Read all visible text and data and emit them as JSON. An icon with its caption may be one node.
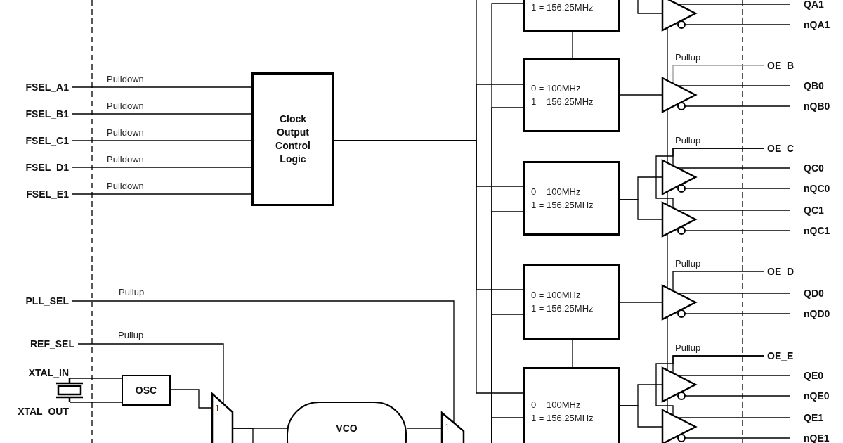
{
  "diagram": {
    "nodes": [
      {
        "text": [
          "FSEL_A1"
        ]
      },
      {
        "text": [
          "FSEL_B1"
        ]
      },
      {
        "text": [
          "FSEL_C1"
        ]
      },
      {
        "text": [
          "FSEL_D1"
        ]
      },
      {
        "text": [
          "FSEL_E1"
        ]
      },
      {
        "text": [
          "Clock Output Control Logic"
        ]
      },
      {
        "text": [
          "PLL_SEL"
        ]
      },
      {
        "text": [
          "REF_SEL"
        ]
      },
      {
        "text": [],
        "shape": "crystal",
        "beside": [
          "XTAL_IN",
          "XTAL_OUT"
        ]
      },
      {
        "text": [
          "OSC"
        ]
      },
      {
        "text": [
          "1"
        ]
      },
      {
        "text": [
          "VCO"
        ]
      },
      {
        "text": [
          "1"
        ]
      },
      {
        "text": [
          "1 = 156.25MHz"
        ]
      },
      {
        "text": [
          "0 = 100MHz",
          "1 = 156.25MHz"
        ]
      },
      {
        "text": [
          "0 = 100MHz",
          "1 = 156.25MHz"
        ]
      },
      {
        "text": [
          "0 = 100MHz",
          "1 = 156.25MHz"
        ]
      },
      {
        "text": [
          "0 = 100MHz",
          "1 = 156.25MHz"
        ]
      },
      {
        "text": [],
        "shape": "triangle"
      },
      {
        "text": [],
        "shape": "triangle"
      },
      {
        "text": [],
        "shape": "triangle"
      },
      {
        "text": [],
        "shape": "triangle"
      },
      {
        "text": [],
        "shape": "triangle"
      },
      {
        "text": [],
        "shape": "triangle"
      },
      {
        "text": [],
        "shape": "triangle"
      },
      {
        "text": [
          "QA1"
        ]
      },
      {
        "text": [
          "nQA1"
        ]
      },
      {
        "text": [
          "OE_B"
        ]
      },
      {
        "text": [
          "QB0"
        ]
      },
      {
        "text": [
          "nQB0"
        ]
      },
      {
        "text": [
          "OE_C"
        ]
      },
      {
        "text": [
          "QC0"
        ]
      },
      {
        "text": [
          "nQC0"
        ]
      },
      {
        "text": [
          "QC1"
        ]
      },
      {
        "text": [
          "nQC1"
        ]
      },
      {
        "text": [
          "OE_D"
        ]
      },
      {
        "text": [
          "QD0"
        ]
      },
      {
        "text": [
          "nQD0"
        ]
      },
      {
        "text": [
          "OE_E"
        ]
      },
      {
        "text": [
          "QE0"
        ]
      },
      {
        "text": [
          "nQE0"
        ]
      },
      {
        "text": [
          "QE1"
        ]
      },
      {
        "text": [
          "nQE1"
        ]
      }
    ],
    "edges": [
      {
        "from": 0,
        "to": 5,
        "arrow": "none",
        "label": "Pulldown"
      },
      {
        "from": 1,
        "to": 5,
        "arrow": "none",
        "label": "Pulldown"
      },
      {
        "from": 2,
        "to": 5,
        "arrow": "none",
        "label": "Pulldown"
      },
      {
        "from": 3,
        "to": 5,
        "arrow": "none",
        "label": "Pulldown"
      },
      {
        "from": 4,
        "to": 5,
        "arrow": "none",
        "label": "Pulldown"
      },
      {
        "from": 5,
        "to": 14,
        "arrow": "none"
      },
      {
        "from": 5,
        "to": 15,
        "arrow": "none"
      },
      {
        "from": 5,
        "to": 16,
        "arrow": "none"
      },
      {
        "from": 5,
        "to": 17,
        "arrow": "none"
      },
      {
        "from": 5,
        "to": null,
        "arrow": "none"
      },
      {
        "from": null,
        "to": 13,
        "arrow": "none"
      },
      {
        "from": null,
        "to": 14,
        "arrow": "none"
      },
      {
        "from": null,
        "to": 15,
        "arrow": "none"
      },
      {
        "from": null,
        "to": 16,
        "arrow": "none"
      },
      {
        "from": null,
        "to": 17,
        "arrow": "none"
      },
      {
        "from": 6,
        "to": 12,
        "arrow": "none",
        "label": "Pullup"
      },
      {
        "from": 7,
        "to": 10,
        "arrow": "none",
        "label": "Pullup"
      },
      {
        "from": 8,
        "to": 9,
        "arrow": "none"
      },
      {
        "from": 8,
        "to": 9,
        "arrow": "none"
      },
      {
        "from": 9,
        "to": 10,
        "arrow": "none"
      },
      {
        "from": 10,
        "to": 11,
        "arrow": "none"
      },
      {
        "from": 10,
        "to": null,
        "arrow": "none"
      },
      {
        "from": 11,
        "to": 12,
        "arrow": "none"
      },
      {
        "from": 13,
        "to": 14,
        "arrow": "none"
      },
      {
        "from": 16,
        "to": 17,
        "arrow": "none"
      },
      {
        "from": null,
        "to": 18,
        "arrow": "none"
      },
      {
        "from": 14,
        "to": 19,
        "arrow": "none"
      },
      {
        "from": 15,
        "to": 20,
        "arrow": "none"
      },
      {
        "from": 15,
        "to": 21,
        "arrow": "none"
      },
      {
        "from": 16,
        "to": 22,
        "arrow": "none"
      },
      {
        "from": 17,
        "to": 23,
        "arrow": "none"
      },
      {
        "from": 17,
        "to": 24,
        "arrow": "none"
      },
      {
        "from": 18,
        "to": 25,
        "arrow": "none"
      },
      {
        "from": 18,
        "to": 26,
        "arrow": "none"
      },
      {
        "from": 19,
        "to": 28,
        "arrow": "none"
      },
      {
        "from": 19,
        "to": 29,
        "arrow": "none"
      },
      {
        "from": 20,
        "to": 31,
        "arrow": "none"
      },
      {
        "from": 20,
        "to": 32,
        "arrow": "none"
      },
      {
        "from": 21,
        "to": 33,
        "arrow": "none"
      },
      {
        "from": 21,
        "to": 34,
        "arrow": "none"
      },
      {
        "from": 22,
        "to": 36,
        "arrow": "none"
      },
      {
        "from": 22,
        "to": 37,
        "arrow": "none"
      },
      {
        "from": 23,
        "to": 39,
        "arrow": "none"
      },
      {
        "from": 23,
        "to": 40,
        "arrow": "none"
      },
      {
        "from": 24,
        "to": 41,
        "arrow": "none"
      },
      {
        "from": 24,
        "to": 42,
        "arrow": "none"
      },
      {
        "from": 27,
        "to": 19,
        "arrow": "none",
        "label": "Pullup",
        "color": "#999999"
      },
      {
        "from": 30,
        "to": 20,
        "arrow": "none",
        "label": "Pullup"
      },
      {
        "from": 30,
        "to": 21,
        "arrow": "none"
      },
      {
        "from": 35,
        "to": 22,
        "arrow": "none",
        "label": "Pullup"
      },
      {
        "from": 38,
        "to": 23,
        "arrow": "none",
        "label": "Pullup"
      },
      {
        "from": 38,
        "to": 24,
        "arrow": "none"
      },
      {
        "from": 18,
        "to": 19,
        "arrow": "none"
      },
      {
        "from": 19,
        "to": 20,
        "arrow": "none"
      },
      {
        "from": 20,
        "to": 21,
        "arrow": "none"
      },
      {
        "from": 21,
        "to": 22,
        "arrow": "none"
      },
      {
        "from": 22,
        "to": 23,
        "arrow": "none"
      },
      {
        "from": 23,
        "to": 24,
        "arrow": "none"
      }
    ]
  }
}
